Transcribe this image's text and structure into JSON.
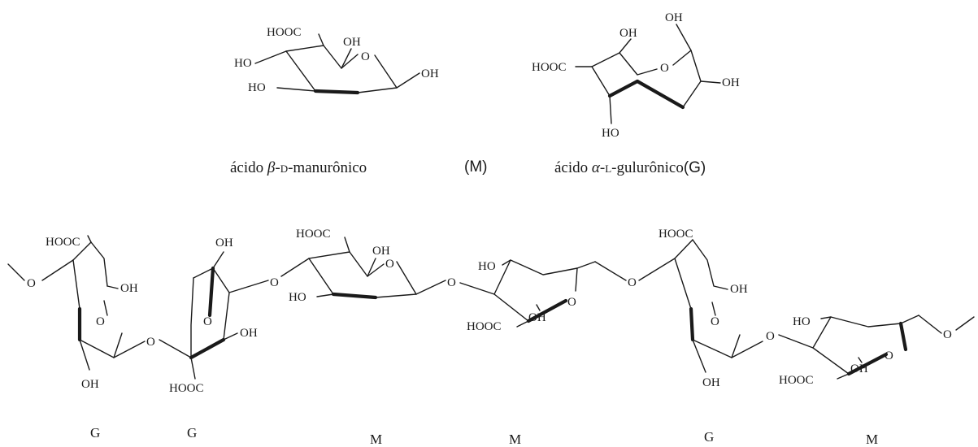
{
  "labels": {
    "hooc": "HOOC",
    "oh": "OH",
    "ho": "HO",
    "o": "O"
  },
  "captions": {
    "mannuronic_pre": "ácido ",
    "mannuronic_greek": "β",
    "mannuronic_post": "-manurônico",
    "mannuronic_config": "D",
    "mannuronic_tag": "(M)",
    "guluronic_pre": "ácido ",
    "guluronic_greek": "α",
    "guluronic_post": "-gulurônico",
    "guluronic_config": "L",
    "guluronic_tag": "(G)"
  },
  "chain_sequence": [
    "G",
    "G",
    "M",
    "M",
    "G",
    "M"
  ],
  "colors": {
    "ink": "#1a1a1a",
    "background": "#ffffff"
  }
}
